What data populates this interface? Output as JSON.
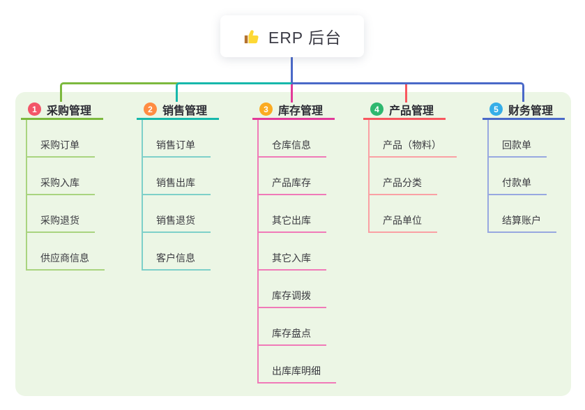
{
  "root": {
    "label": "ERP 后台",
    "icon": "thumbs-up-icon"
  },
  "colors": {
    "page_background": "#ffffff",
    "panel_background": "#ecf6e5",
    "root_connector": "#4a69c8"
  },
  "branches": [
    {
      "index": "1",
      "title": "采购管理",
      "badge_color": "#f35568",
      "color": "#7cb93e",
      "color_light": "#a9d47f",
      "children": [
        "采购订单",
        "采购入库",
        "采购退货",
        "供应商信息"
      ]
    },
    {
      "index": "2",
      "title": "销售管理",
      "badge_color": "#ff8c42",
      "color": "#17b8ab",
      "color_light": "#7ed0c9",
      "children": [
        "销售订单",
        "销售出库",
        "销售退货",
        "客户信息"
      ]
    },
    {
      "index": "3",
      "title": "库存管理",
      "badge_color": "#fbab22",
      "color": "#e23a99",
      "color_light": "#f07ab8",
      "children": [
        "仓库信息",
        "产品库存",
        "其它出库",
        "其它入库",
        "库存调拨",
        "库存盘点",
        "出库库明细"
      ]
    },
    {
      "index": "4",
      "title": "产品管理",
      "badge_color": "#2eb86f",
      "color": "#f8575f",
      "color_light": "#faa0a4",
      "children": [
        "产品（物料）",
        "产品分类",
        "产品单位"
      ]
    },
    {
      "index": "5",
      "title": "财务管理",
      "badge_color": "#35aee8",
      "color": "#4a69c8",
      "color_light": "#97a8e0",
      "children": [
        "回款单",
        "付款单",
        "结算账户"
      ]
    }
  ]
}
